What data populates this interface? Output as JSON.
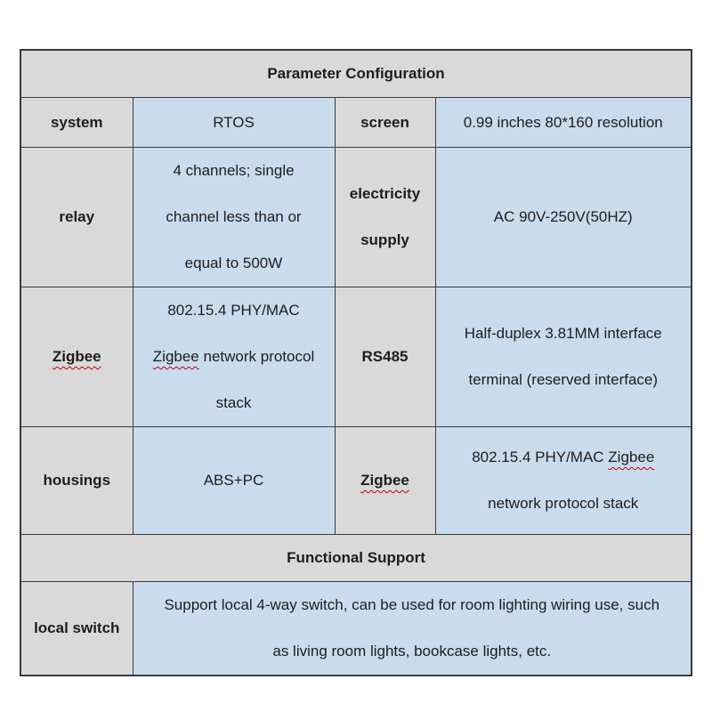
{
  "colors": {
    "label_cell_gray": "#d9d9d9",
    "value_cell_blue": "#c9dcee",
    "border_dark": "#3a3a3a",
    "text": "#1d1d1d",
    "spellcheck_squiggle_red": "#c00000",
    "page_background": "#ffffff"
  },
  "sections": {
    "parameter_header": "Parameter Configuration",
    "functional_header": "Functional Support"
  },
  "specs": {
    "system_label": "system",
    "system_value": "RTOS",
    "screen_label": "screen",
    "screen_value": "0.99 inches 80*160 resolution",
    "relay_label": "relay",
    "relay_value": "4 channels; single\nchannel less than or\nequal to 500W",
    "electricity_label": "electricity\nsupply",
    "electricity_value": "AC 90V-250V(50HZ)",
    "zigbee1_label": "Zigbee",
    "zigbee1_line1": "802.15.4 PHY/MAC",
    "zigbee1_line2_word": "Zigbee",
    "zigbee1_line2_rest": " network protocol",
    "zigbee1_line3": "stack",
    "rs485_label": "RS485",
    "rs485_value": "Half-duplex 3.81MM interface\nterminal (reserved interface)",
    "housings_label": "housings",
    "housings_value": "ABS+PC",
    "zigbee2_label": "Zigbee",
    "zigbee2_line1_pre": "802.15.4 PHY/MAC ",
    "zigbee2_line1_word": "Zigbee",
    "zigbee2_line2": "network protocol stack",
    "local_switch_label": "local switch",
    "local_switch_value": "Support local 4-way switch, can be used for room lighting wiring use, such\nas living room lights, bookcase lights, etc."
  }
}
